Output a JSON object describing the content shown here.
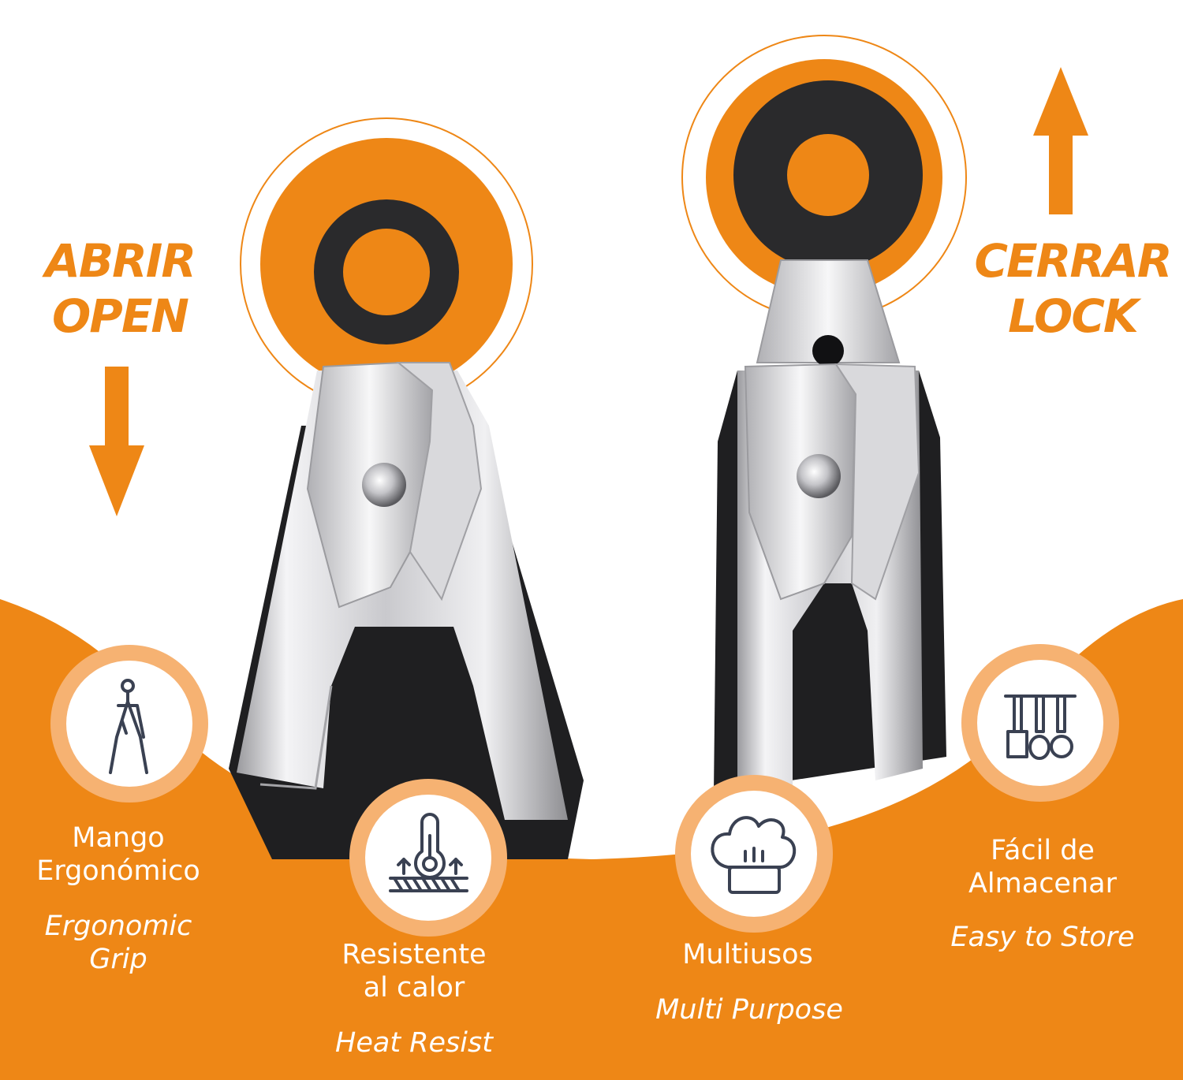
{
  "colors": {
    "accent_orange": "#ee8716",
    "ring_black": "#2a2a2c",
    "steel_light": "#e6e6e8",
    "steel_dark": "#8e8e92",
    "icon_navy": "#3a4152",
    "badge_fill": "#ffffff"
  },
  "open_indicator": {
    "line1": "ABRIR",
    "line2": "OPEN",
    "arrow_icon": "arrow-down-icon"
  },
  "lock_indicator": {
    "line1": "CERRAR",
    "line2": "LOCK",
    "arrow_icon": "arrow-up-icon"
  },
  "features": [
    {
      "icon": "tongs-icon",
      "label_es_1": "Mango",
      "label_es_2": "Ergonómico",
      "label_en_1": "Ergonomic",
      "label_en_2": "Grip"
    },
    {
      "icon": "thermometer-heat-icon",
      "label_es_1": "Resistente",
      "label_es_2": "al calor",
      "label_en_1": "Heat Resist",
      "label_en_2": ""
    },
    {
      "icon": "chef-hat-icon",
      "label_es_1": "Multiusos",
      "label_es_2": "",
      "label_en_1": "Multi Purpose",
      "label_en_2": ""
    },
    {
      "icon": "utensil-rack-icon",
      "label_es_1": "Fácil de",
      "label_es_2": "Almacenar",
      "label_en_1": "Easy to Store",
      "label_en_2": ""
    }
  ]
}
